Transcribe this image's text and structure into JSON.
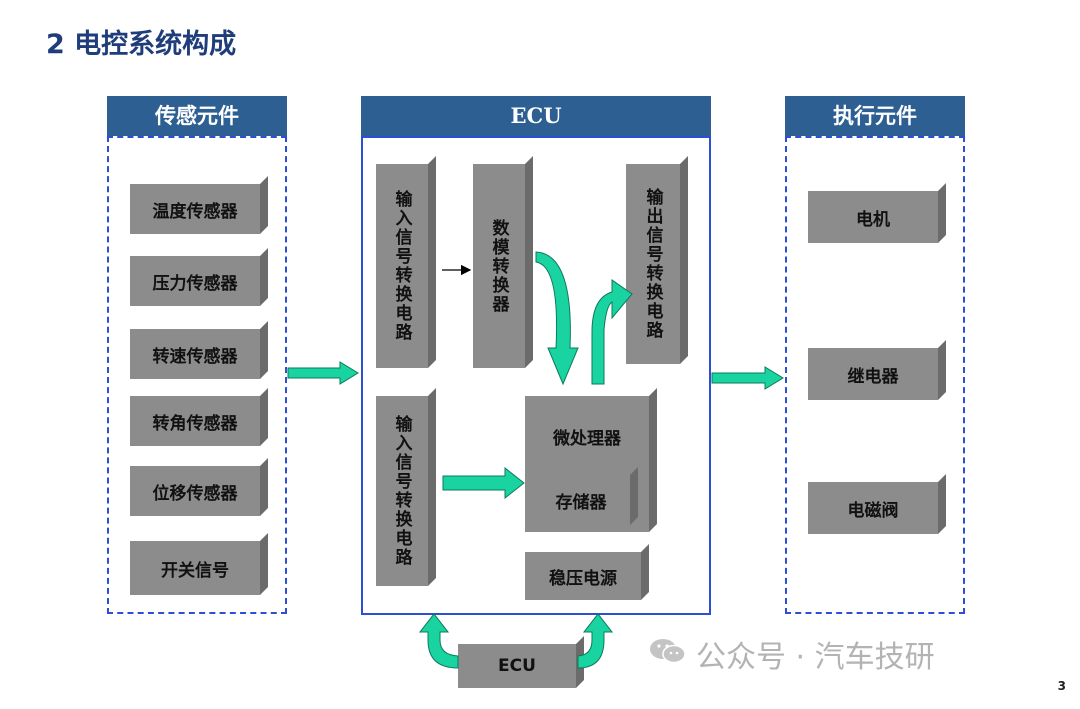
{
  "title": "2 电控系统构成",
  "sensors": {
    "header": "传感元件",
    "items": [
      "温度传感器",
      "压力传感器",
      "转速传感器",
      "转角传感器",
      "位移传感器",
      "开关信号"
    ]
  },
  "ecu": {
    "header": "ECU",
    "input_circuit_1": "输入信号转换电路",
    "input_circuit_2": "输入信号转换电路",
    "adc": "数模转换器",
    "output_circuit": "输出信号转换电路",
    "microprocessor": "微处理器",
    "memory": "存储器",
    "regulator": "稳压电源",
    "external_ecu": "ECU"
  },
  "actuators": {
    "header": "执行元件",
    "items": [
      "电机",
      "继电器",
      "电磁阀"
    ]
  },
  "colors": {
    "header_bg": "#2e5f93",
    "arrow_fill": "#19d4a0",
    "block_face": "#8c8c8c",
    "dash": "#2d4fd6"
  },
  "watermark": "公众号 · 汽车技研",
  "page_number": "3"
}
